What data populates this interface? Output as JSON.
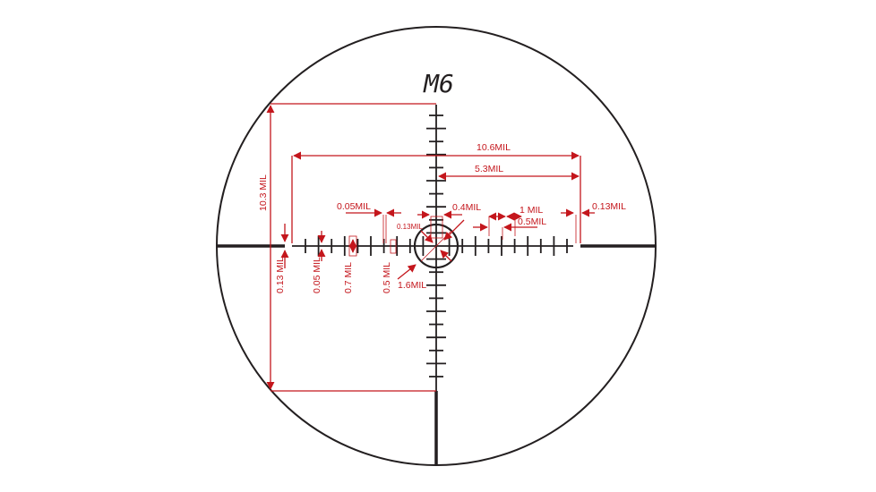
{
  "reticle": {
    "name": "M6",
    "colors": {
      "reticle": "#231f20",
      "annotation": "#c4161c"
    },
    "labels": {
      "vertical_span": "10.3 MIL",
      "horizontal_span": "10.6MIL",
      "half_span": "5.3MIL",
      "post_gap_right": "0.13MIL",
      "post_thickness_left": "0.13 MIL",
      "line_width_left": "0.05 MIL",
      "long_tick": "0.7 MIL",
      "short_tick": "0.5 MIL",
      "line_width_top": "0.05MIL",
      "center_dot": "0.13MIL",
      "center_gap": "0.4MIL",
      "circle_diameter": "1.6MIL",
      "tick_spacing": "1 MIL",
      "half_tick_spacing": "0.5MIL"
    }
  }
}
